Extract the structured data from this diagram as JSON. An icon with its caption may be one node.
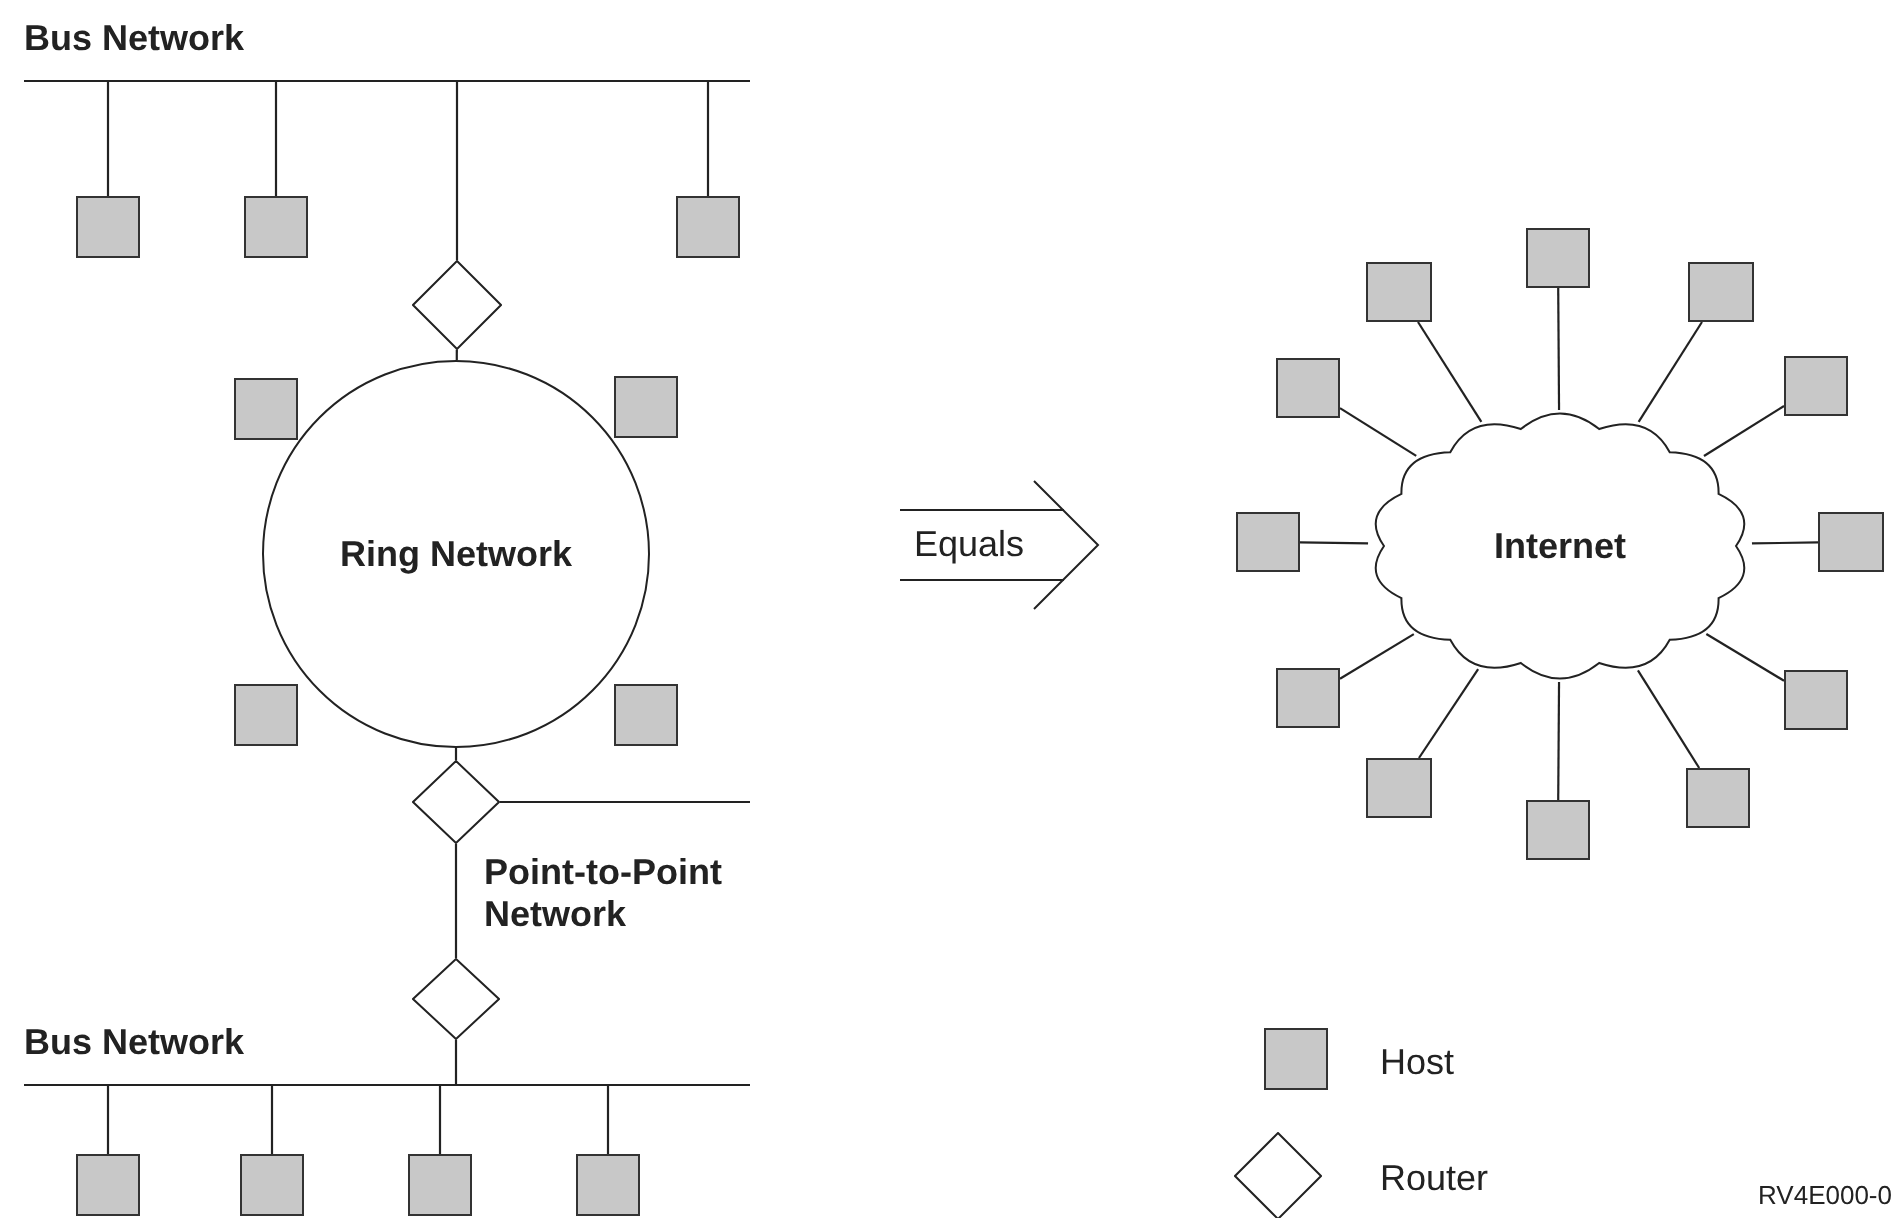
{
  "diagram": {
    "nodes": [
      {
        "text": [
          "Bus Network"
        ]
      },
      {
        "text": [],
        "shape": "box"
      },
      {
        "text": [],
        "shape": "box"
      },
      {
        "text": [],
        "shape": "box"
      },
      {
        "text": [],
        "shape": "diamond"
      },
      {
        "text": [],
        "shape": "box"
      },
      {
        "text": [],
        "shape": "box"
      },
      {
        "text": [
          "Ring Network"
        ]
      },
      {
        "text": [],
        "shape": "box"
      },
      {
        "text": [],
        "shape": "box"
      },
      {
        "text": [],
        "shape": "diamond"
      },
      {
        "text": [],
        "shape": "diamond"
      },
      {
        "text": [
          "Bus Network"
        ]
      },
      {
        "text": [],
        "shape": "box"
      },
      {
        "text": [],
        "shape": "box"
      },
      {
        "text": [],
        "shape": "box"
      },
      {
        "text": [],
        "shape": "box"
      },
      {
        "text": [
          "Equals"
        ]
      },
      {
        "text": [
          "Internet"
        ]
      },
      {
        "text": [],
        "shape": "box"
      },
      {
        "text": [],
        "shape": "box"
      },
      {
        "text": [],
        "shape": "box"
      },
      {
        "text": [],
        "shape": "box"
      },
      {
        "text": [],
        "shape": "box"
      },
      {
        "text": [],
        "shape": "box"
      },
      {
        "text": [],
        "shape": "box"
      },
      {
        "text": [],
        "shape": "box"
      },
      {
        "text": [],
        "shape": "box"
      },
      {
        "text": [],
        "shape": "box"
      },
      {
        "text": [],
        "shape": "box"
      },
      {
        "text": [],
        "shape": "box"
      }
    ],
    "edges": [
      {
        "from": 0,
        "to": 1,
        "arrow": "none"
      },
      {
        "from": 0,
        "to": 2,
        "arrow": "none"
      },
      {
        "from": 0,
        "to": 4,
        "arrow": "none"
      },
      {
        "from": 0,
        "to": 3,
        "arrow": "none"
      },
      {
        "from": 4,
        "to": 7,
        "arrow": "none"
      },
      {
        "from": 7,
        "to": 10,
        "arrow": "none"
      },
      {
        "from": 10,
        "to": null,
        "arrow": "none"
      },
      {
        "from": 10,
        "to": 11,
        "arrow": "none",
        "label": "Point-to-Point Network"
      },
      {
        "from": 11,
        "to": 12,
        "arrow": "none"
      },
      {
        "from": 12,
        "to": 13,
        "arrow": "none"
      },
      {
        "from": 12,
        "to": 14,
        "arrow": "none"
      },
      {
        "from": 12,
        "to": 15,
        "arrow": "none"
      },
      {
        "from": 12,
        "to": 16,
        "arrow": "none"
      },
      {
        "from": 18,
        "to": 19,
        "arrow": "none"
      },
      {
        "from": 18,
        "to": 20,
        "arrow": "none"
      },
      {
        "from": 18,
        "to": 21,
        "arrow": "none"
      },
      {
        "from": 18,
        "to": 22,
        "arrow": "none"
      },
      {
        "from": 18,
        "to": 23,
        "arrow": "none"
      },
      {
        "from": 18,
        "to": 24,
        "arrow": "none"
      },
      {
        "from": 18,
        "to": 25,
        "arrow": "none"
      },
      {
        "from": 18,
        "to": 26,
        "arrow": "none"
      },
      {
        "from": 18,
        "to": 27,
        "arrow": "none"
      },
      {
        "from": 18,
        "to": 28,
        "arrow": "none"
      },
      {
        "from": 18,
        "to": 29,
        "arrow": "none"
      },
      {
        "from": 18,
        "to": 30,
        "arrow": "none"
      }
    ],
    "labels": [
      "RV4E000-0"
    ],
    "legend": [
      {
        "text": "Host",
        "color": "#c8c8c8"
      },
      {
        "text": "Router"
      }
    ]
  }
}
